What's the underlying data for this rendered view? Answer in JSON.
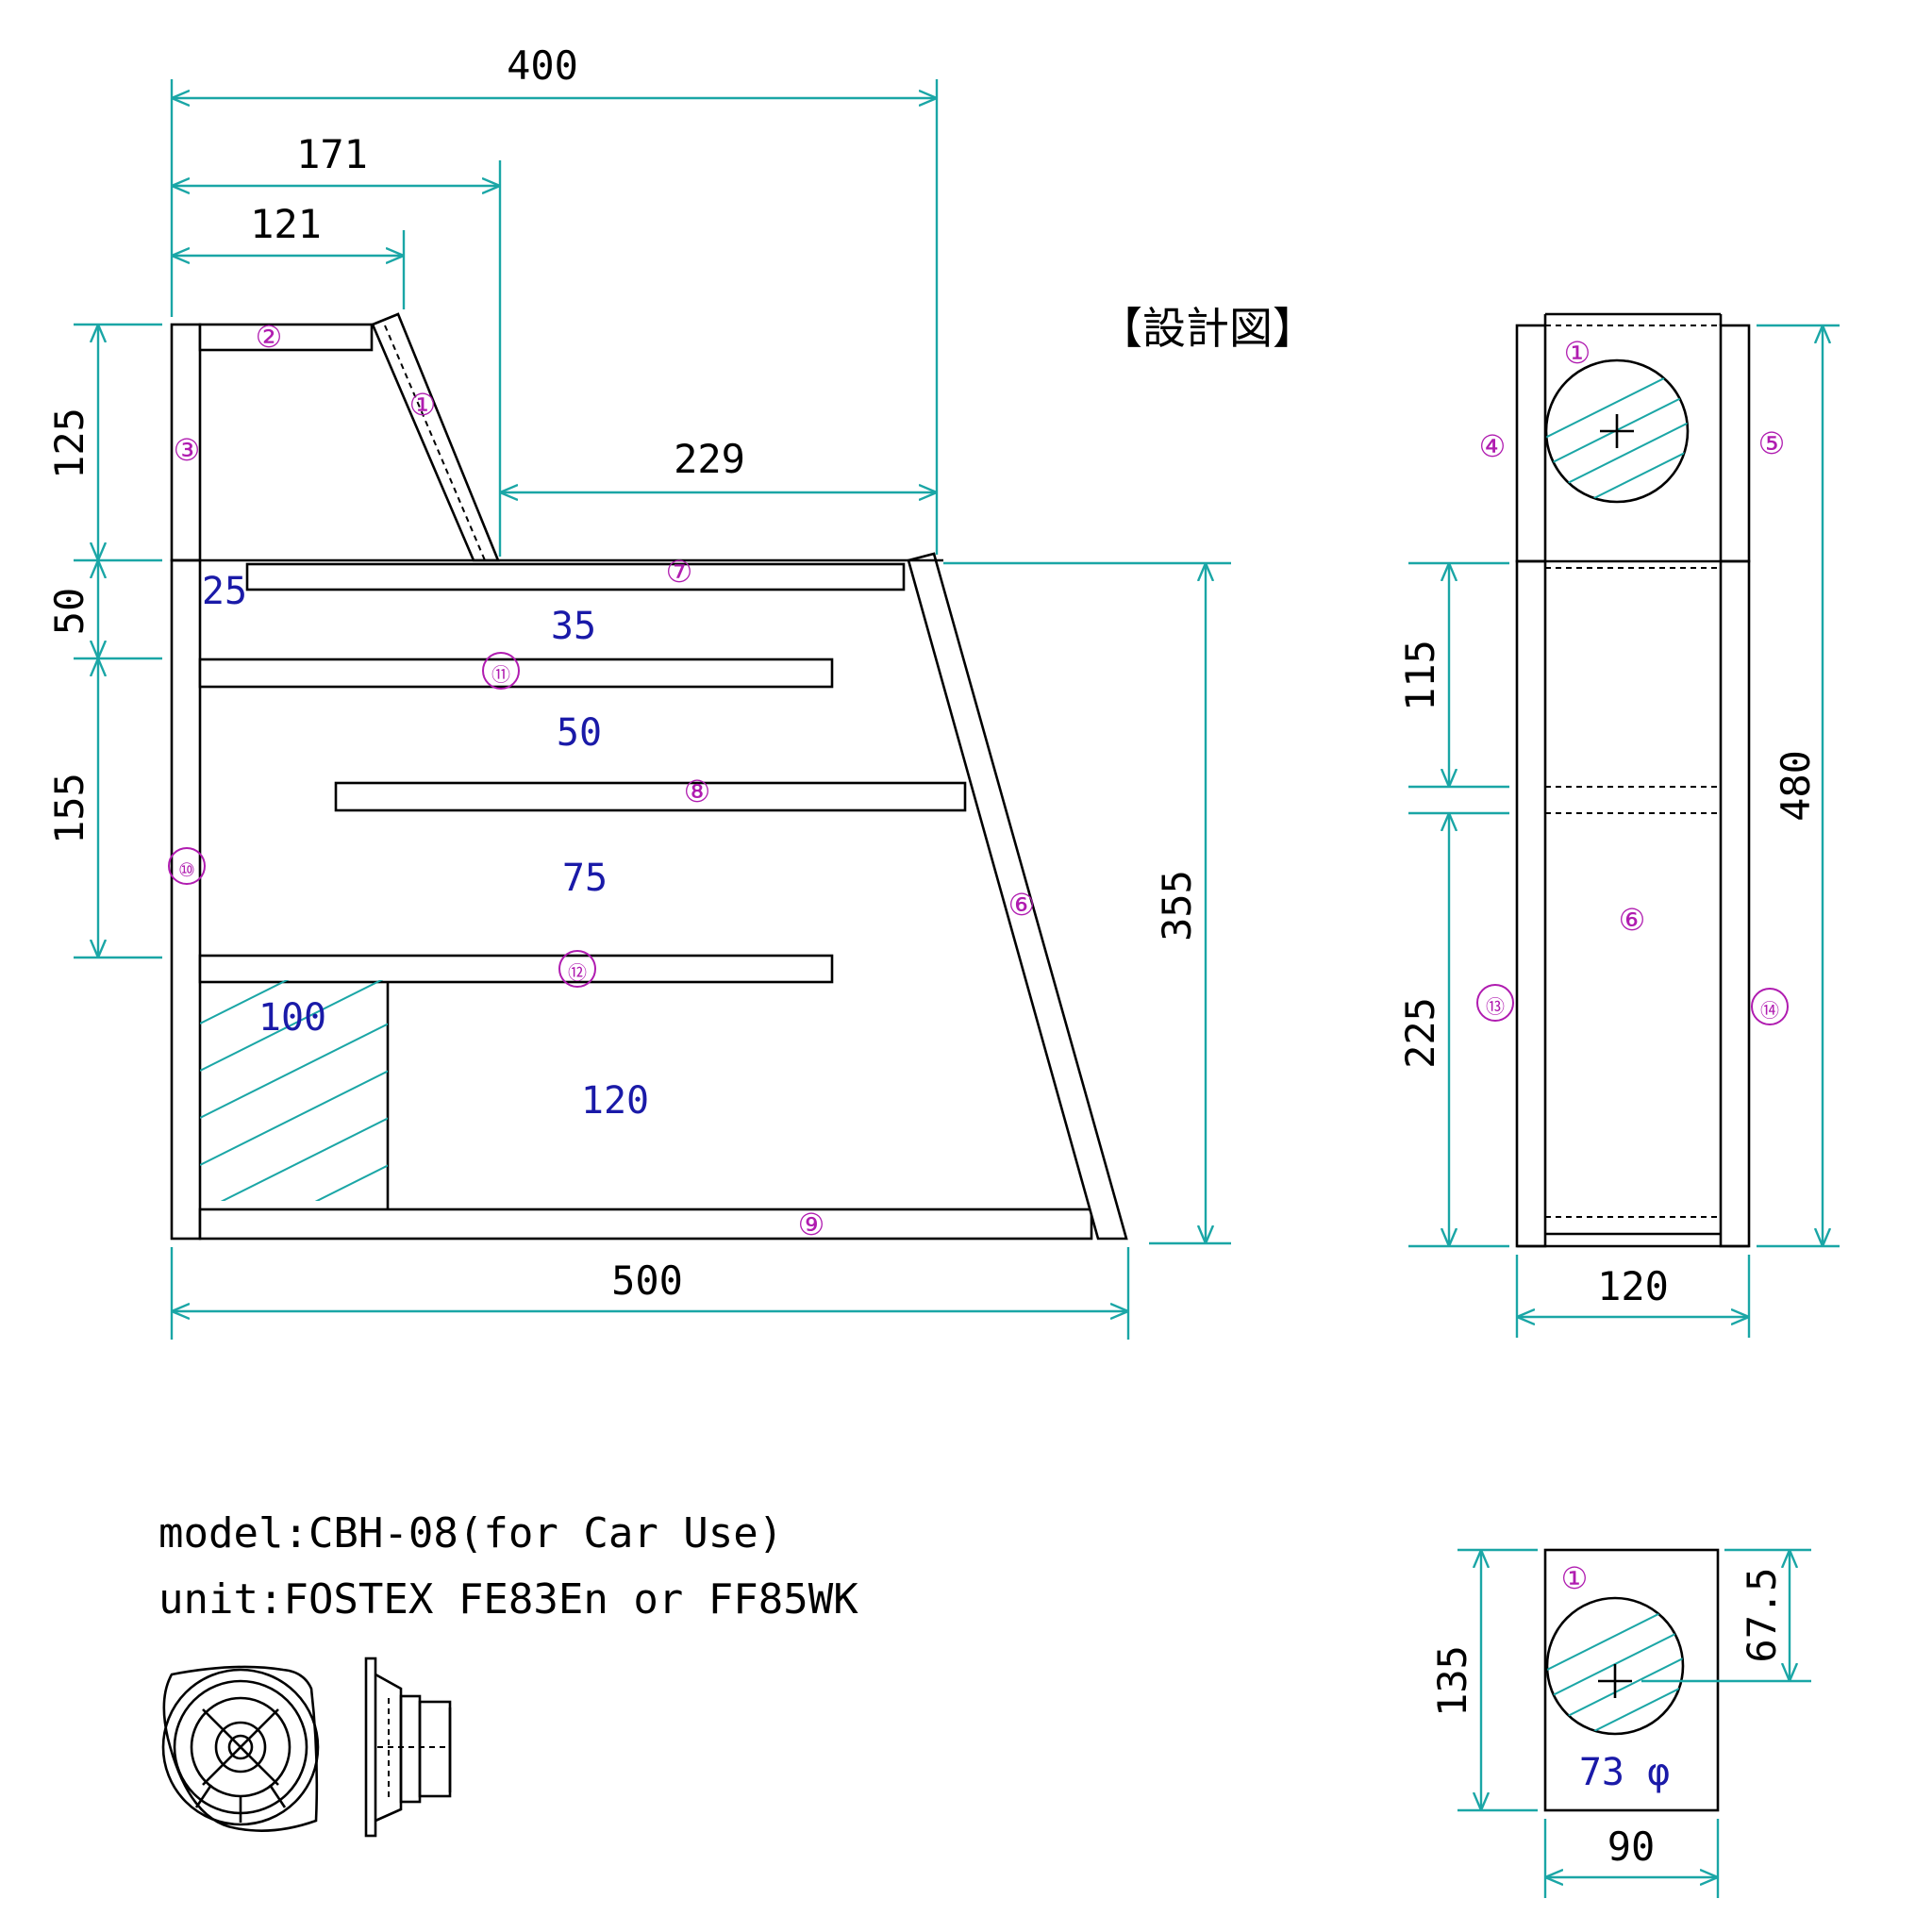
{
  "title": "【設計図】",
  "dimensions": {
    "top_400": "400",
    "top_171": "171",
    "top_121": "121",
    "right_229": "229",
    "left_125": "125",
    "left_50": "50",
    "left_155": "155",
    "bottom_500": "500",
    "right_355": "355",
    "side_115": "115",
    "side_225": "225",
    "side_480": "480",
    "side_width_120": "120",
    "baffle_135": "135",
    "baffle_67_5": "67.5",
    "baffle_90": "90"
  },
  "inner_labels": {
    "l25": "25",
    "l35": "35",
    "l50": "50",
    "l75": "75",
    "l100": "100",
    "l120": "120",
    "hole": "73 φ"
  },
  "parts": {
    "p1": "①",
    "p2": "②",
    "p3": "③",
    "p4": "④",
    "p5": "⑤",
    "p6": "⑥",
    "p7": "⑦",
    "p8": "⑧",
    "p9": "⑨",
    "p10": "⑩",
    "p11": "⑪",
    "p12": "⑫",
    "p13": "⑬",
    "p14": "⑭"
  },
  "notes": {
    "model": "model:CBH-08(for Car Use)",
    "unit": "unit:FOSTEX FE83En or FF85WK"
  },
  "colors": {
    "dimension_line": "#1aa6a6",
    "part_label": "#b01cb0",
    "inner_label": "#1a1aa8",
    "outline": "#000000"
  }
}
